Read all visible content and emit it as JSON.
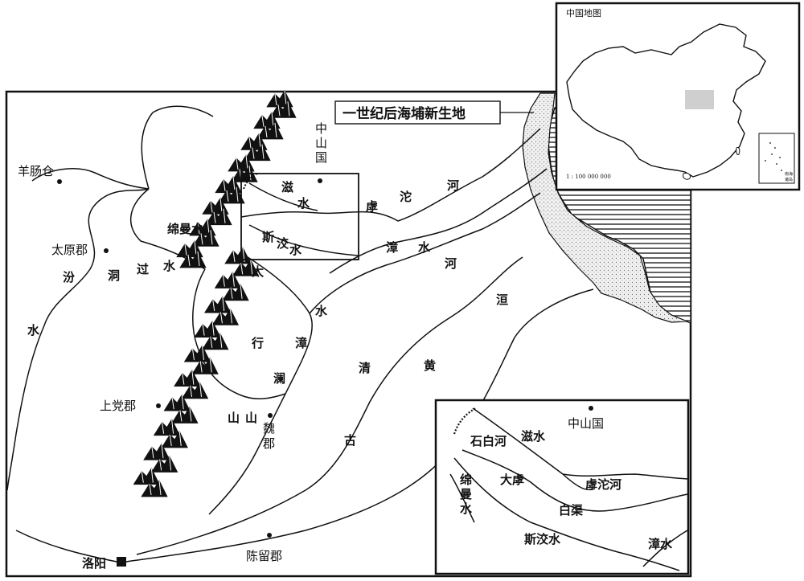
{
  "main_map": {
    "places": [
      {
        "id": "yangchangcang",
        "name": "羊肠仓"
      },
      {
        "id": "taiyuan",
        "name": "太原郡"
      },
      {
        "id": "shangdang",
        "name": "上党郡"
      },
      {
        "id": "zhongshan",
        "name": "中山国"
      },
      {
        "id": "wei",
        "name": "魏郡"
      },
      {
        "id": "chenliu",
        "name": "陈留郡"
      },
      {
        "id": "luoyang",
        "name": "洛阳"
      }
    ],
    "rivers": {
      "fen": "汾",
      "dongguo": "洞过水",
      "fen_water": "水",
      "mianman": "绵曼水",
      "zi": "滋水",
      "si": "斯洨水",
      "hutuo": "虖沱河",
      "zhang": "漳水",
      "zhang_river": "河",
      "zhang_lower": "水",
      "qing": "清",
      "qingzhang": "漳",
      "yellow": "河",
      "yellow_huang": "黄",
      "old": "古",
      "yuan": "洹"
    },
    "mountains": {
      "tai": "太",
      "hang": "行",
      "shan": "山"
    },
    "callout": "一世纪后海埔新生地"
  },
  "inset_china": {
    "title": "中国地图",
    "scale": "1 : 100 000 000",
    "nanhai_label": "南海诸岛"
  },
  "inset_detail": {
    "place": "中山国",
    "rivers": {
      "shibai": "石白河",
      "zi": "滋水",
      "hutuo": "虖沱河",
      "mianman": "绵曼水",
      "dalu": "大虖",
      "baiqu": "白渠",
      "sijiao": "斯洨水",
      "zhang": "漳水"
    }
  }
}
